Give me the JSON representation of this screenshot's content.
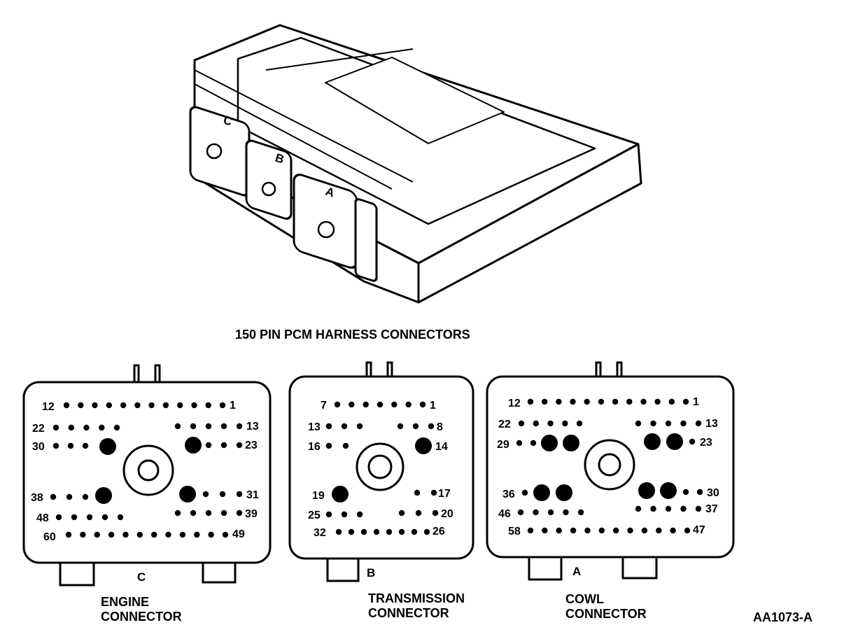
{
  "figure_title": "150 PIN PCM HARNESS CONNECTORS",
  "figure_code": "AA1073-A",
  "module_labels": [
    "C",
    "B",
    "A"
  ],
  "connectors": [
    {
      "id": "engine",
      "letter": "C",
      "caption_line1": "ENGINE",
      "caption_line2": "CONNECTOR",
      "pin_labels": [
        "12",
        "1",
        "22",
        "13",
        "30",
        "23",
        "38",
        "31",
        "48",
        "39",
        "60",
        "49"
      ]
    },
    {
      "id": "transmission",
      "letter": "B",
      "caption_line1": "TRANSMISSION",
      "caption_line2": "CONNECTOR",
      "pin_labels": [
        "7",
        "1",
        "13",
        "8",
        "16",
        "14",
        "19",
        "17",
        "25",
        "20",
        "32",
        "26"
      ]
    },
    {
      "id": "cowl",
      "letter": "A",
      "caption_line1": "COWL",
      "caption_line2": "CONNECTOR",
      "pin_labels": [
        "12",
        "1",
        "22",
        "13",
        "29",
        "23",
        "36",
        "30",
        "46",
        "37",
        "58",
        "47"
      ]
    }
  ]
}
